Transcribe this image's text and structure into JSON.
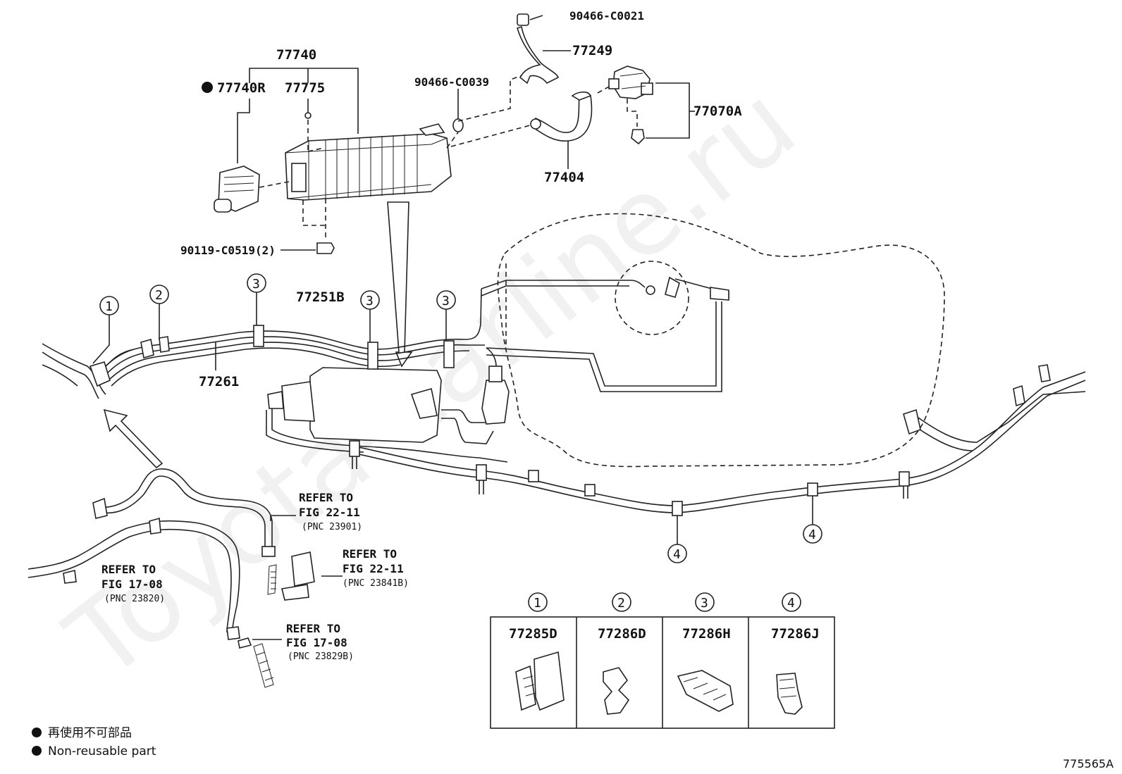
{
  "watermark": "Toyota-carline.ru",
  "part_numbers": {
    "p77740": "77740",
    "p77740R": "77740R",
    "p77775": "77775",
    "p90466_C0021": "90466-C0021",
    "p77249": "77249",
    "p90466_C0039": "90466-C0039",
    "p77070A": "77070A",
    "p77404": "77404",
    "p90119": "90119-C0519(2)",
    "p77251B": "77251B",
    "p77261": "77261"
  },
  "references": [
    {
      "line1": "REFER TO",
      "line2": "FIG 22-11",
      "pnc": "(PNC 23901)"
    },
    {
      "line1": "REFER TO",
      "line2": "FIG 22-11",
      "pnc": "(PNC 23841B)"
    },
    {
      "line1": "REFER TO",
      "line2": "FIG 17-08",
      "pnc": "(PNC 23820)"
    },
    {
      "line1": "REFER TO",
      "line2": "FIG 17-08",
      "pnc": "(PNC 23829B)"
    }
  ],
  "callouts": {
    "c1": "1",
    "c2": "2",
    "c3": "3",
    "c4": "4"
  },
  "clip_table": [
    {
      "callout": "1",
      "part": "77285D"
    },
    {
      "callout": "2",
      "part": "77286D"
    },
    {
      "callout": "3",
      "part": "77286H"
    },
    {
      "callout": "4",
      "part": "77286J"
    }
  ],
  "legend": {
    "bullet_jp": "再使用不可部品",
    "bullet_en": "Non-reusable part"
  },
  "figure_id": "775565A"
}
